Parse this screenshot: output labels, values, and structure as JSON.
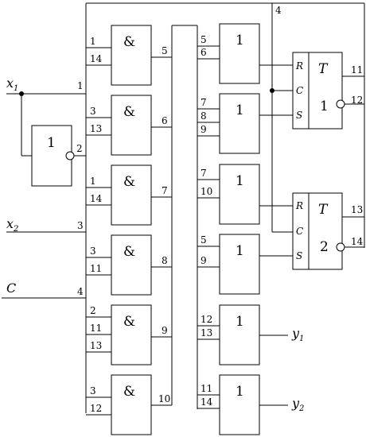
{
  "symbols": {
    "and": "&",
    "or": "1",
    "not": "1",
    "trigger": "T"
  },
  "inputs": {
    "x1": {
      "base": "x",
      "sub": "1",
      "line": "1"
    },
    "x2": {
      "base": "x",
      "sub": "2",
      "line": "3"
    },
    "c": {
      "base": "C",
      "line": "4"
    }
  },
  "inverter": {
    "out": "2"
  },
  "and_gates": [
    {
      "in": [
        "1",
        "14"
      ],
      "out": "5"
    },
    {
      "in": [
        "3",
        "13"
      ],
      "out": "6"
    },
    {
      "in": [
        "1",
        "14"
      ],
      "out": "7"
    },
    {
      "in": [
        "3",
        "11"
      ],
      "out": "8"
    },
    {
      "in": [
        "2",
        "11",
        "13"
      ],
      "out": "9"
    },
    {
      "in": [
        "3",
        "12"
      ],
      "out": "10"
    }
  ],
  "or_gates": [
    {
      "in": [
        "5",
        "6"
      ]
    },
    {
      "in": [
        "7",
        "8",
        "9"
      ]
    },
    {
      "in": [
        "7",
        "10"
      ]
    },
    {
      "in": [
        "5",
        "9"
      ]
    },
    {
      "in": [
        "12",
        "13"
      ]
    },
    {
      "in": [
        "11",
        "14"
      ]
    }
  ],
  "outputs": {
    "y1": {
      "base": "y",
      "sub": "1"
    },
    "y2": {
      "base": "y",
      "sub": "2"
    }
  },
  "triggers": [
    {
      "pins": [
        "R",
        "C",
        "S"
      ],
      "index": "1",
      "out": "11",
      "inv_out": "12"
    },
    {
      "pins": [
        "R",
        "C",
        "S"
      ],
      "index": "2",
      "out": "13",
      "inv_out": "14"
    }
  ]
}
